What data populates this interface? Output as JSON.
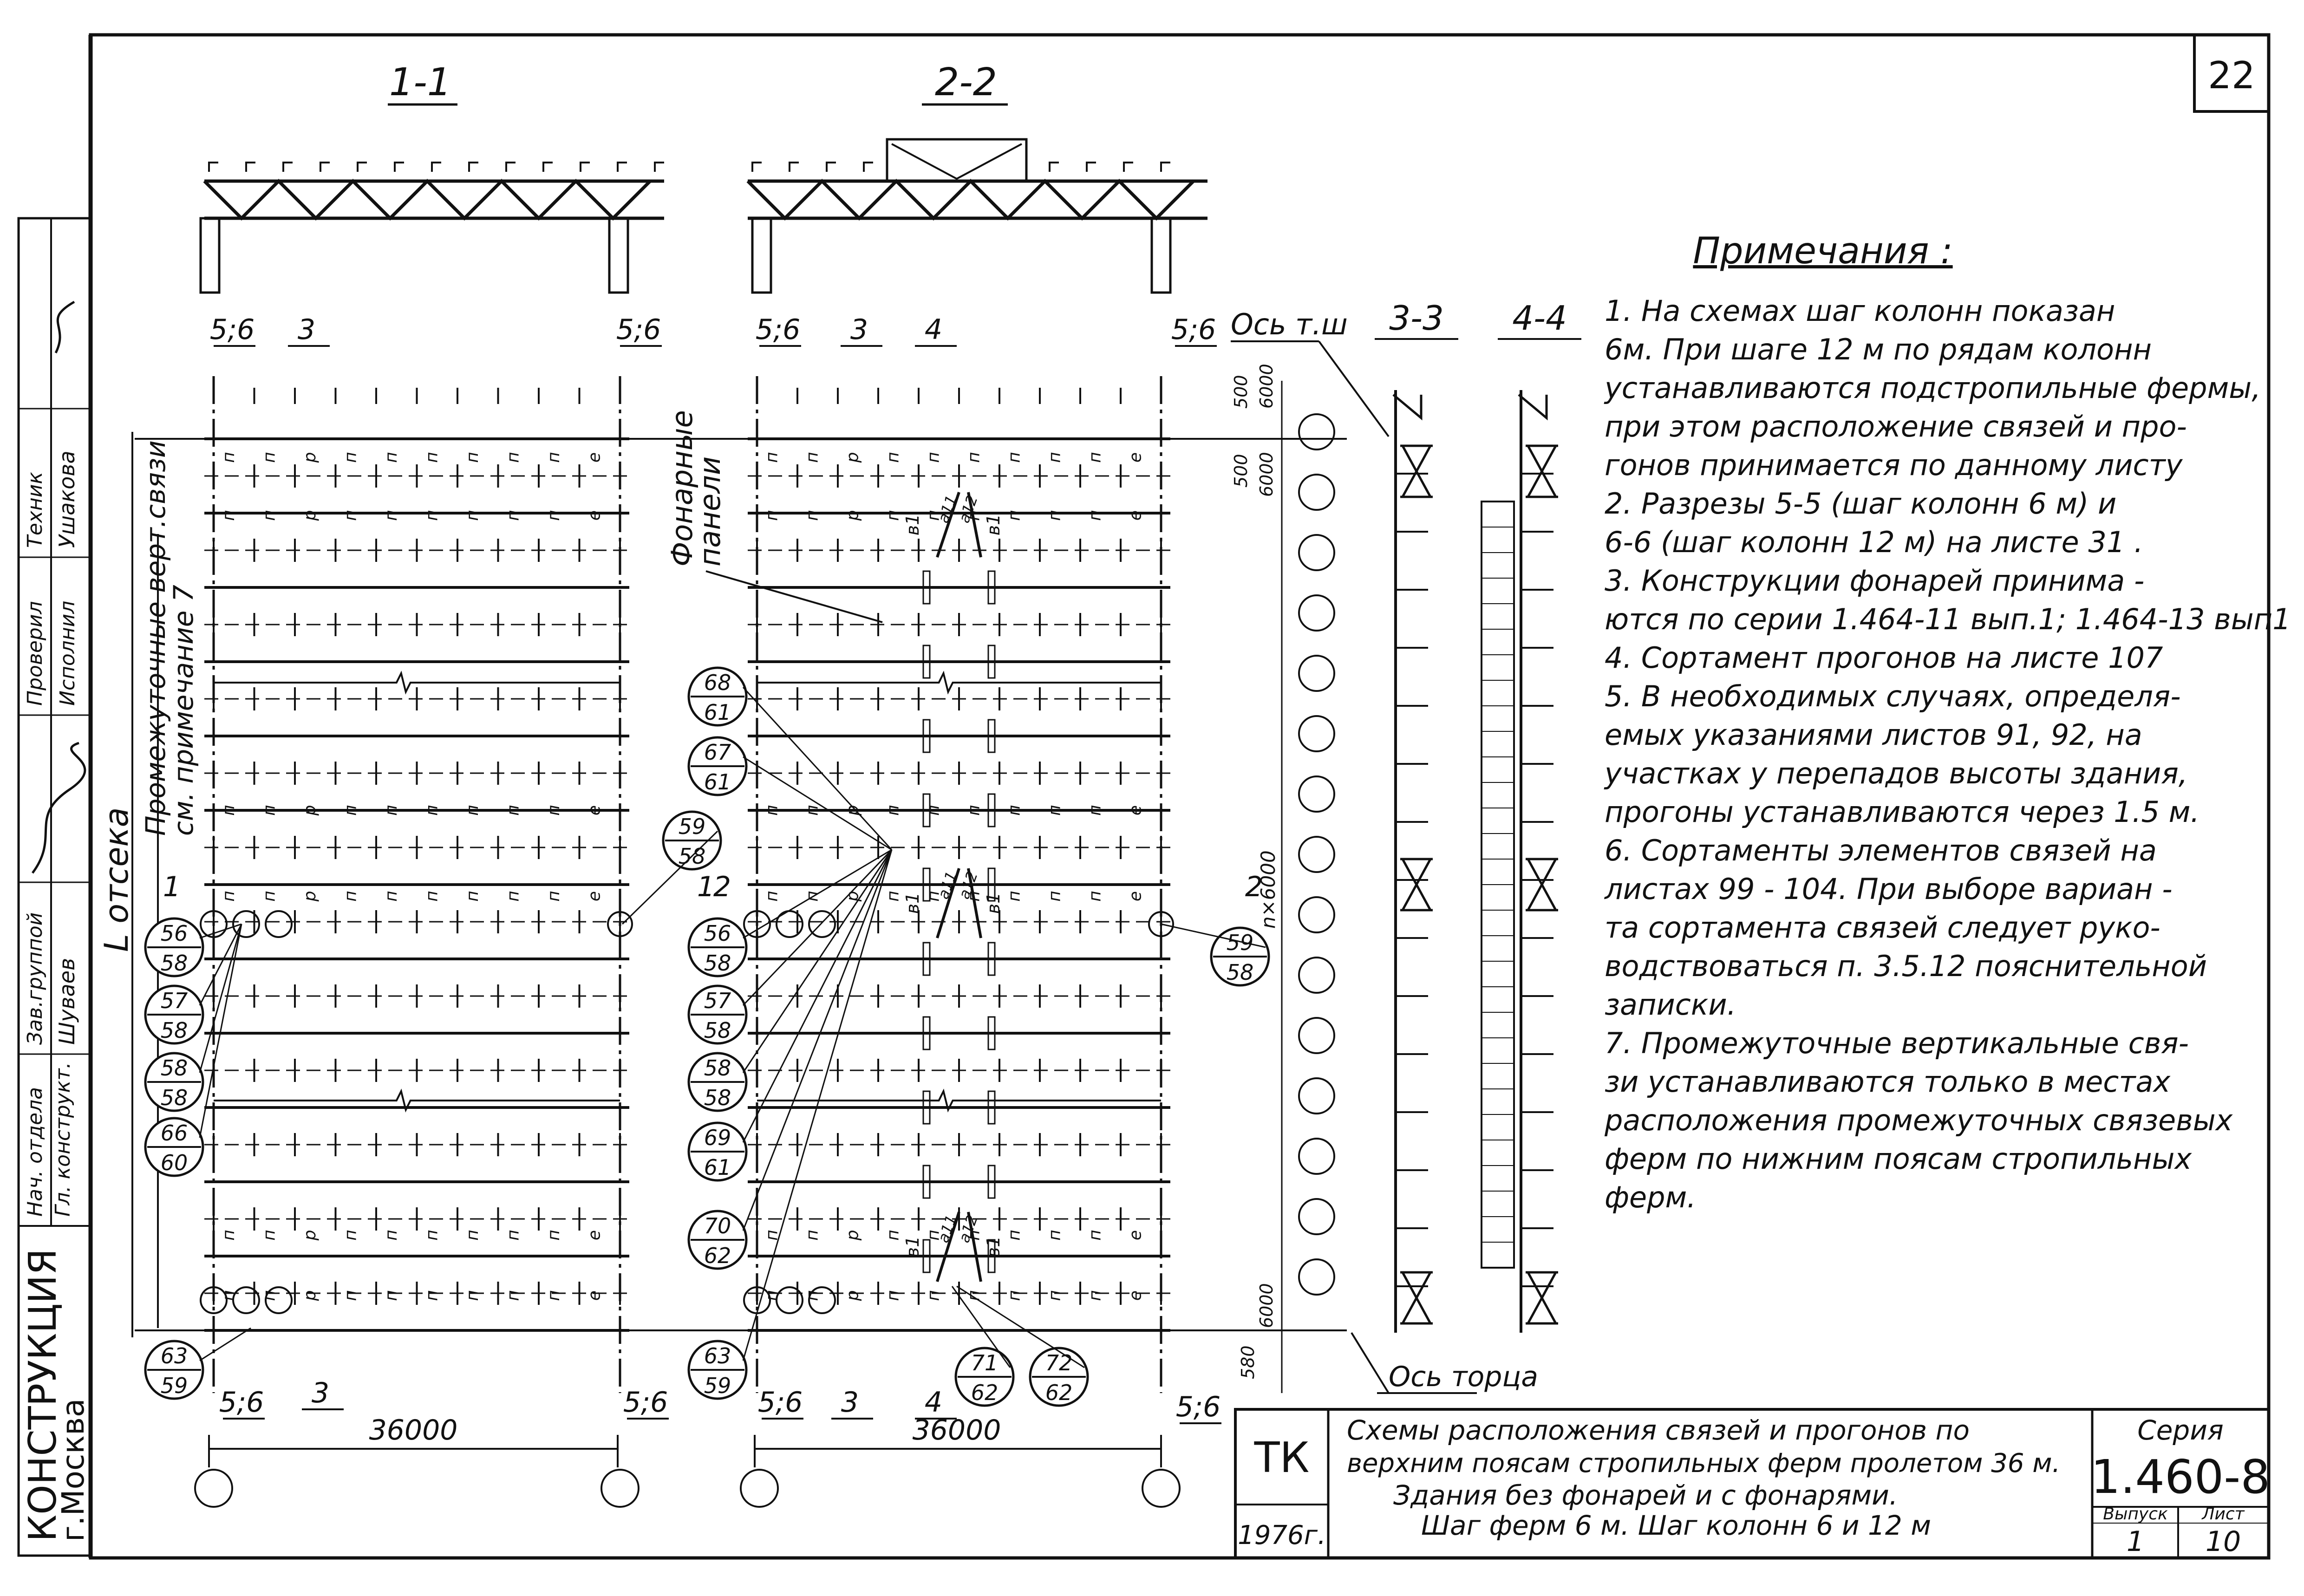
{
  "sheet_number": "22",
  "sections": {
    "s11": "1-1",
    "s22": "2-2",
    "s33": "3-3",
    "s44": "4-4",
    "cut_56": "5;6",
    "cut_3": "3",
    "cut_4": "4",
    "mark_1": "1",
    "mark_2": "2"
  },
  "labels": {
    "axis_tsh": "Ось т.ш",
    "axis_end": "Ось торца",
    "compartment": "L отсека",
    "intermediate_bracing_l1": "Промежуточные верт.связи",
    "intermediate_bracing_l2": "см. примечание 7",
    "lantern_l1": "Фонарные",
    "lantern_l2": "панели",
    "span_left": "36000",
    "span_right": "36000",
    "dim_500": "500",
    "dim_6000": "6000",
    "dim_580": "580",
    "dim_nx6000": "n×6000"
  },
  "markers": {
    "left": [
      "56/58",
      "57/58",
      "58/58",
      "66/60",
      "63/59"
    ],
    "mid_left": [
      "59/58"
    ],
    "center": [
      "68/61",
      "67/61",
      "56/58",
      "57/58",
      "58/58",
      "69/61",
      "70/62",
      "63/59"
    ],
    "center_right": [
      "59/58"
    ],
    "bottom_right": [
      "71/62",
      "72/62"
    ]
  },
  "element_letters": {
    "p": "п",
    "r": "р",
    "pp": "п п",
    "e": "е",
    "v1": "в1",
    "a11": "а11",
    "a12": "а12",
    "g": "г"
  },
  "notes": {
    "title": "Примечания :",
    "lines": [
      "1.  На схемах шаг колонн показан",
      "6м.  При шаге 12 м по рядам колонн",
      "устанавливаются подстропильные фермы,",
      "при этом расположение связей и про-",
      "гонов принимается по данному листу",
      "2.  Разрезы 5-5 (шаг колонн 6 м) и",
      "6-6 (шаг колонн 12 м) на листе 31 .",
      "3.  Конструкции фонарей принима -",
      "ются по серии 1.464-11 вып.1; 1.464-13 вып1",
      "4.  Сортамент прогонов на листе 107",
      "5.  В необходимых случаях, определя-",
      "емых указаниями листов 91, 92, на",
      "участках у перепадов высоты здания,",
      "прогоны устанавливаются через 1.5 м.",
      "6.  Сортаменты элементов связей на",
      "листах 99 - 104. При выборе вариан -",
      "та сортамента связей следует руко-",
      "водствоваться п. 3.5.12 пояснительной",
      "записки.",
      "7.  Промежуточные вертикальные свя-",
      "зи устанавливаются только в местах",
      "расположения промежуточных связевых",
      "ферм по нижним поясам стропильных",
      "ферм."
    ]
  },
  "title_block": {
    "org": "ТК",
    "year": "1976г.",
    "description": [
      "Схемы расположения связей и прогонов по",
      "верхним поясам стропильных ферм пролетом 36 м.",
      "Здания без фонарей и с фонарями.",
      "Шаг ферм 6 м. Шаг колонн 6 и 12 м"
    ],
    "series_label": "Серия",
    "series": "1.460-8",
    "issue_label": "Выпуск",
    "issue": "1",
    "sheet_label": "Лист",
    "sheet": "10"
  },
  "side_stamp": {
    "org_line1": "КОНСТРУКЦИЯ",
    "org_line2": "г.Москва",
    "roles": [
      {
        "role": "Нач. отдела",
        "name": ""
      },
      {
        "role": "Гл. конструкт.",
        "name": ""
      },
      {
        "role": "Зав.группой",
        "name": "Шуваев"
      },
      {
        "role": "Проверил",
        "name": ""
      },
      {
        "role": "Исполнил",
        "name": ""
      },
      {
        "role": "Техник",
        "name": "Ушакова"
      }
    ]
  }
}
